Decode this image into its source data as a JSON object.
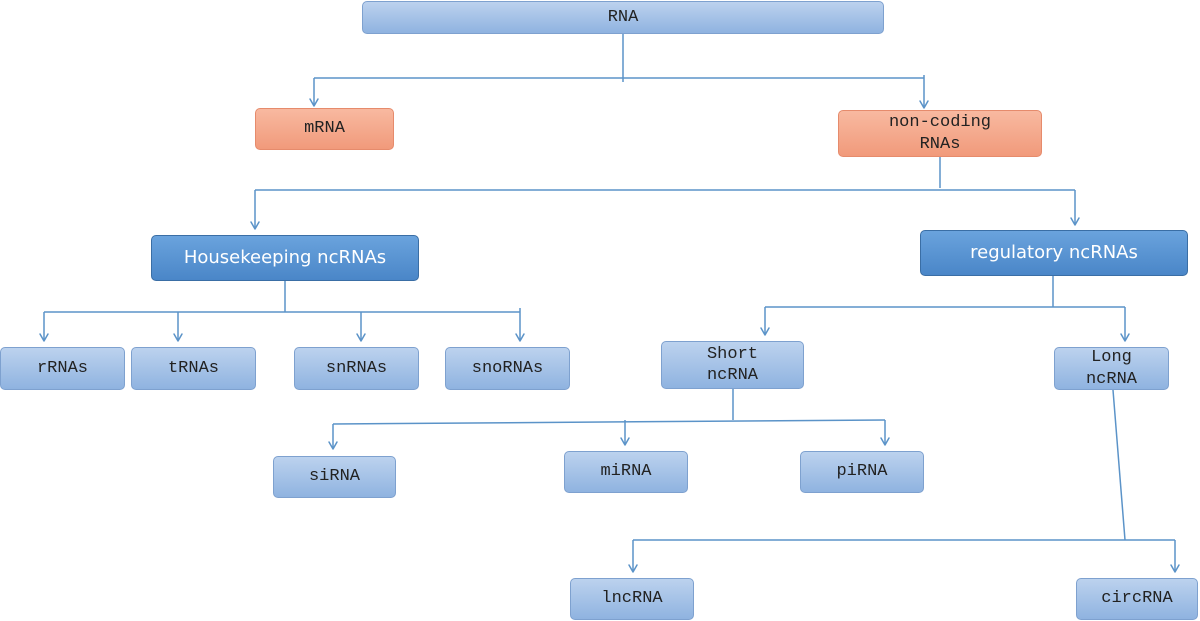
{
  "diagram": {
    "root": "RNA",
    "mrna": "mRNA",
    "noncoding": "non-coding\nRNAs",
    "housekeeping": "Housekeeping ncRNAs",
    "regulatory": "regulatory ncRNAs",
    "rrnas": "rRNAs",
    "trnas": "tRNAs",
    "snrnas": "snRNAs",
    "snornas": "snoRNAs",
    "short": "Short\nncRNA",
    "long": "Long\nncRNA",
    "sirna": "siRNA",
    "mirna": "miRNA",
    "pirna": "piRNA",
    "lncrna": "lncRNA",
    "circrna": "circRNA"
  },
  "colors": {
    "line": "#5b93c8",
    "light_box": "#a7c3e8",
    "orange_box": "#f4a98c",
    "dark_box": "#5b93d1"
  }
}
